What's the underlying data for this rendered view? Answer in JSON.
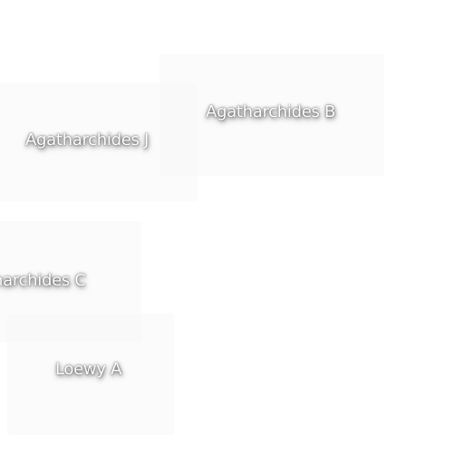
{
  "map": {
    "labels": [
      {
        "id": "b",
        "text": "Agatharchides B"
      },
      {
        "id": "j",
        "text": "Agatharchides J"
      },
      {
        "id": "c",
        "text": "harchides C"
      },
      {
        "id": "a",
        "text": "Loewy A"
      }
    ]
  },
  "colors": {
    "background": "#ffffff",
    "label_text": "#ffffff",
    "label_halo": "#000000",
    "label_box": "#f6f6f6"
  }
}
